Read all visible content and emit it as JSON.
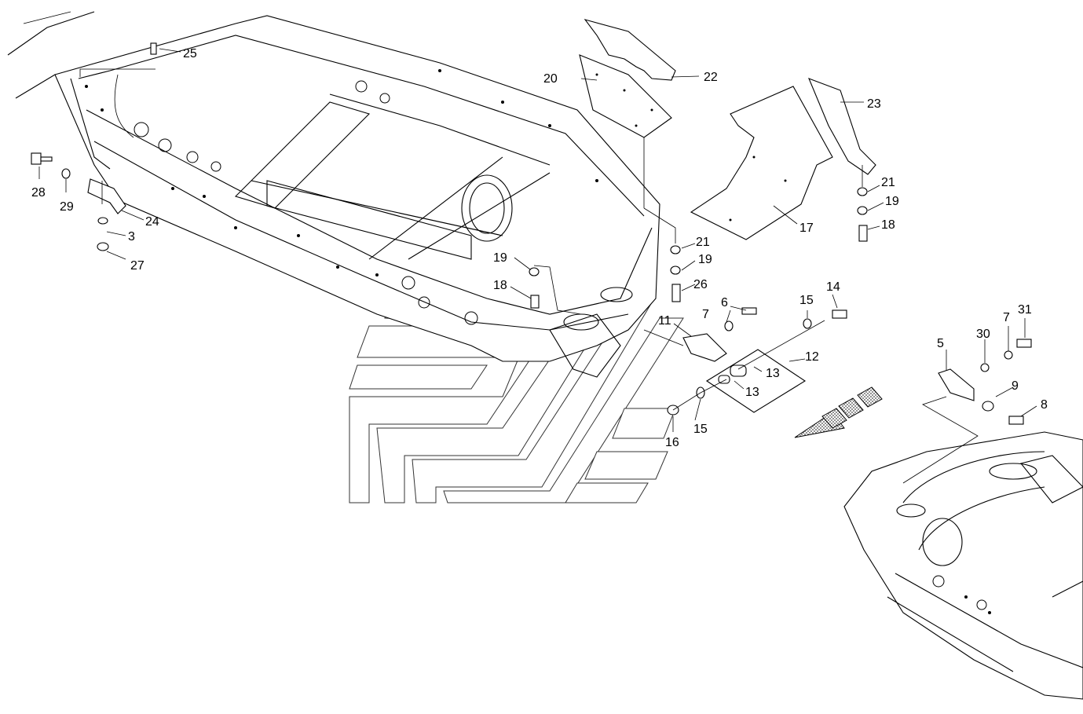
{
  "diagram": {
    "callouts": [
      "25",
      "20",
      "22",
      "23",
      "28",
      "29",
      "24",
      "3",
      "27",
      "21",
      "19",
      "18",
      "17",
      "21",
      "19",
      "26",
      "19",
      "18",
      "6",
      "7",
      "11",
      "15",
      "14",
      "12",
      "13",
      "13",
      "16",
      "15",
      "5",
      "30",
      "7",
      "31",
      "9",
      "8"
    ]
  },
  "colors": {
    "line": "#000000",
    "ghost_fill": "#ffffff",
    "arrow_fill": "#9a9a9a"
  }
}
